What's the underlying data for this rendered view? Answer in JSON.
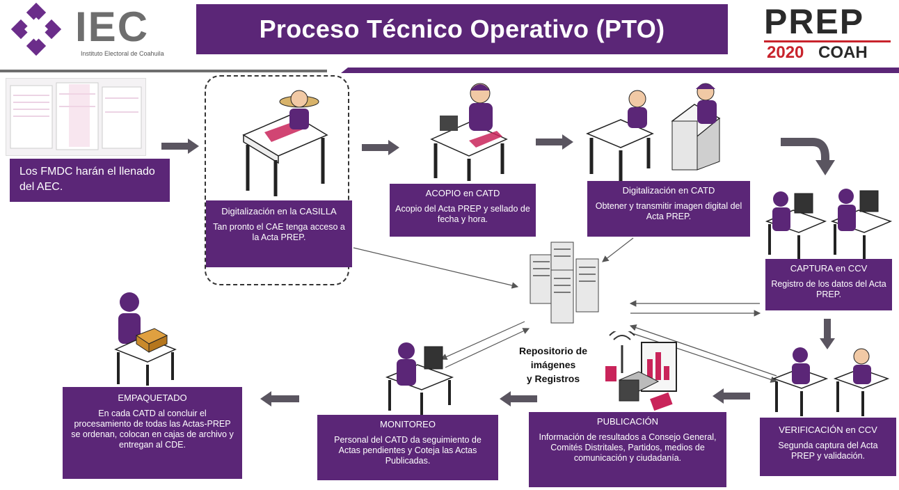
{
  "header": {
    "org_name": "IEC",
    "org_subtitle": "Instituto Electoral de Coahuila",
    "title": "Proceso Técnico Operativo (PTO)",
    "prep_logo_top": "PREP",
    "prep_logo_year": "2020",
    "prep_logo_region": "COAH"
  },
  "steps": {
    "fmdc": {
      "text": "Los FMDC harán el llenado del AEC."
    },
    "casilla": {
      "title": "Digitalización en la CASILLA",
      "desc": "Tan pronto el CAE tenga acceso a la Acta PREP."
    },
    "acopio": {
      "title": "ACOPIO en CATD",
      "desc": "Acopio del Acta PREP y sellado de fecha y hora."
    },
    "digitalizacion_catd": {
      "title": "Digitalización en CATD",
      "desc": "Obtener y transmitir imagen digital del Acta PREP."
    },
    "captura": {
      "title": "CAPTURA en CCV",
      "desc": "Registro de los datos del Acta PREP."
    },
    "verificacion": {
      "title": "VERIFICACIÓN en CCV",
      "desc": "Segunda captura del Acta PREP y validación."
    },
    "publicacion": {
      "title": "PUBLICACIÓN",
      "desc": "Información de resultados a Consejo General, Comités Distritales, Partidos, medios de comunicación y ciudadanía."
    },
    "monitoreo": {
      "title": "MONITOREO",
      "desc": "Personal del CATD da seguimiento de Actas pendientes y Coteja las Actas Publicadas."
    },
    "empaquetado": {
      "title": "EMPAQUETADO",
      "desc": "En cada CATD al concluir el procesamiento de todas las Actas-PREP se ordenan, colocan en cajas de archivo y entregan al CDE."
    }
  },
  "repository": {
    "line1": "Repositorio de",
    "line2": "imágenes",
    "line3": "y Registros"
  },
  "colors": {
    "purple": "#5b2677",
    "gray_arrow": "#5a5560",
    "prep_red": "#c8232c"
  }
}
